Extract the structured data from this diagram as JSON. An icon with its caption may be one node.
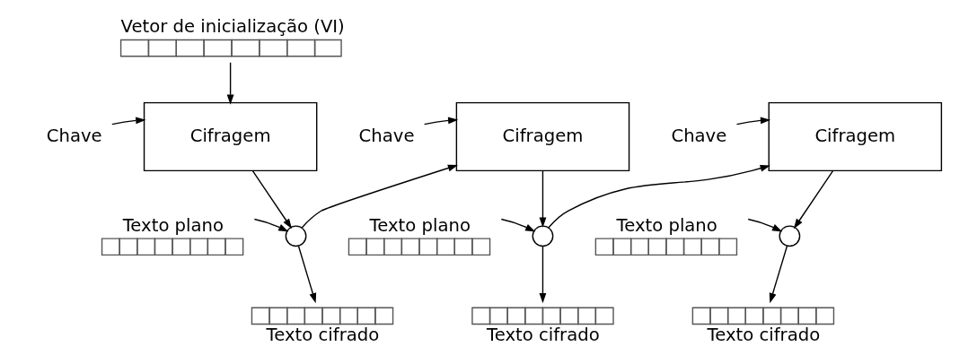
{
  "diagram": {
    "nodes": [
      {
        "text": [
          "Vetor de inicialização (VI)"
        ]
      },
      {
        "text": [
          "Chave"
        ]
      },
      {
        "text": [
          "Cifragem"
        ]
      },
      {
        "text": [
          "Texto plano"
        ]
      },
      {
        "text": [],
        "shape": "circle"
      },
      {
        "text": [
          "Texto cifrado"
        ]
      },
      {
        "text": [
          "Chave"
        ]
      },
      {
        "text": [
          "Cifragem"
        ]
      },
      {
        "text": [
          "Texto plano"
        ]
      },
      {
        "text": [],
        "shape": "circle"
      },
      {
        "text": [
          "Texto cifrado"
        ]
      },
      {
        "text": [
          "Chave"
        ]
      },
      {
        "text": [
          "Cifragem"
        ]
      },
      {
        "text": [
          "Texto plano"
        ]
      },
      {
        "text": [],
        "shape": "circle"
      },
      {
        "text": [
          "Texto cifrado"
        ]
      }
    ],
    "edges": [
      {
        "from": 0,
        "to": 2,
        "arrow": "to"
      },
      {
        "from": 1,
        "to": 2,
        "arrow": "to"
      },
      {
        "from": 2,
        "to": 4,
        "arrow": "to"
      },
      {
        "from": 3,
        "to": 4,
        "arrow": "to"
      },
      {
        "from": 4,
        "to": 5,
        "arrow": "to"
      },
      {
        "from": 4,
        "to": 7,
        "arrow": "to"
      },
      {
        "from": 6,
        "to": 7,
        "arrow": "to"
      },
      {
        "from": 7,
        "to": 9,
        "arrow": "to"
      },
      {
        "from": 8,
        "to": 9,
        "arrow": "to"
      },
      {
        "from": 9,
        "to": 10,
        "arrow": "to"
      },
      {
        "from": 9,
        "to": 12,
        "arrow": "to"
      },
      {
        "from": 11,
        "to": 12,
        "arrow": "to"
      },
      {
        "from": 12,
        "to": 14,
        "arrow": "to"
      },
      {
        "from": 13,
        "to": 14,
        "arrow": "to"
      },
      {
        "from": 14,
        "to": 15,
        "arrow": "to"
      }
    ]
  }
}
